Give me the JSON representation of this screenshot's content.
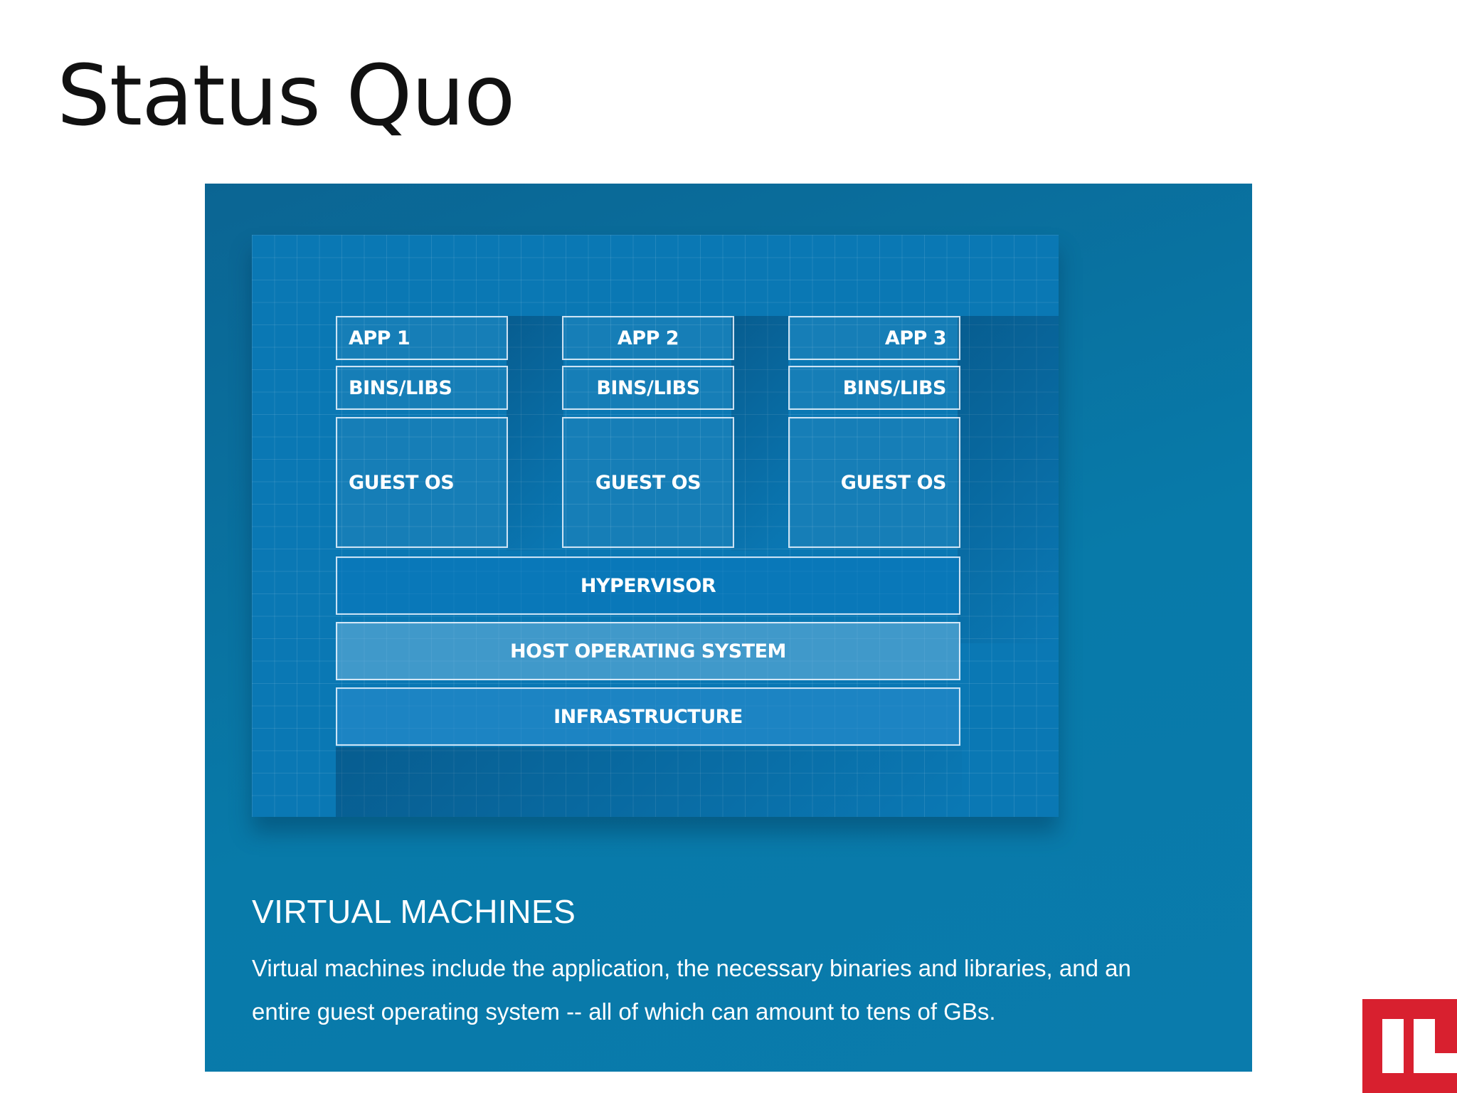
{
  "slide": {
    "title": "Status Quo"
  },
  "diagram": {
    "vms": [
      {
        "app": "APP 1",
        "bins": "BINS/LIBS",
        "os": "GUEST OS",
        "align": "left"
      },
      {
        "app": "APP 2",
        "bins": "BINS/LIBS",
        "os": "GUEST OS",
        "align": "center"
      },
      {
        "app": "APP 3",
        "bins": "BINS/LIBS",
        "os": "GUEST OS",
        "align": "right"
      }
    ],
    "layers": {
      "hypervisor": "HYPERVISOR",
      "host_os": "HOST OPERATING SYSTEM",
      "infrastructure": "INFRASTRUCTURE"
    },
    "colors": {
      "background": "#087aa9",
      "blueprint": "#0a78b4",
      "host_os_fill": "#5aa8d4"
    }
  },
  "caption": {
    "heading": "VIRTUAL MACHINES",
    "line1": "Virtual machines include the application, the necessary binaries and libraries, and an",
    "line2": "entire guest operating system -- all of which can amount to tens of GBs."
  },
  "logo": {
    "name": "logo-mark",
    "color": "#d8202f"
  }
}
